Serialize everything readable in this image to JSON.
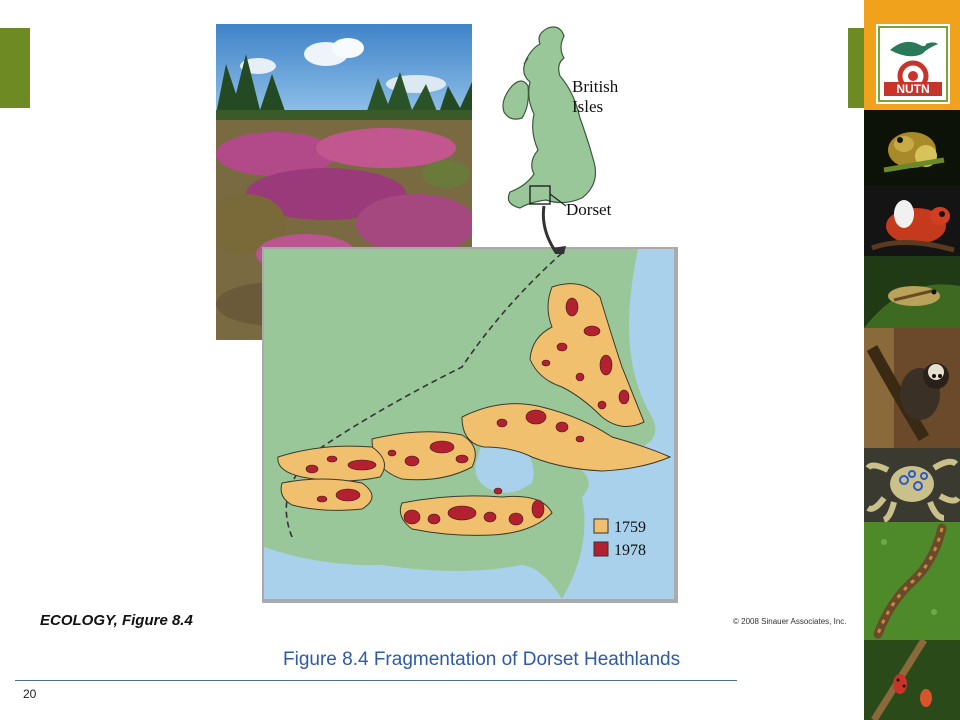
{
  "map": {
    "labels": {
      "british_isles": "British\nIsles",
      "british_line1": "British",
      "british_line2": "Isles",
      "dorset": "Dorset"
    },
    "legend": [
      {
        "label": "1759",
        "color": "#f1c06e"
      },
      {
        "label": "1978",
        "color": "#b3202f"
      }
    ],
    "colors": {
      "land": "#9ac79a",
      "sea": "#a9d1ec",
      "heath_1759": "#f1c06e",
      "heath_1978": "#b3202f"
    }
  },
  "book_caption": "ECOLOGY, Figure 8.4",
  "copyright": "© 2008 Sinauer Associates, Inc.",
  "figure_title": "Figure 8.4  Fragmentation of Dorset Heathlands",
  "page_number": "20",
  "logo": {
    "text": "NUTN",
    "colors": {
      "frame": "#f1a21d",
      "bird": "#2a7a5a",
      "red": "#c7352a"
    }
  },
  "sidebar": {
    "tiles": [
      "frog-photo",
      "red-frog-photo",
      "green-frog-photo",
      "marmoset-photo",
      "octopus-photo",
      "salamander-photo",
      "beetles-photo"
    ]
  }
}
